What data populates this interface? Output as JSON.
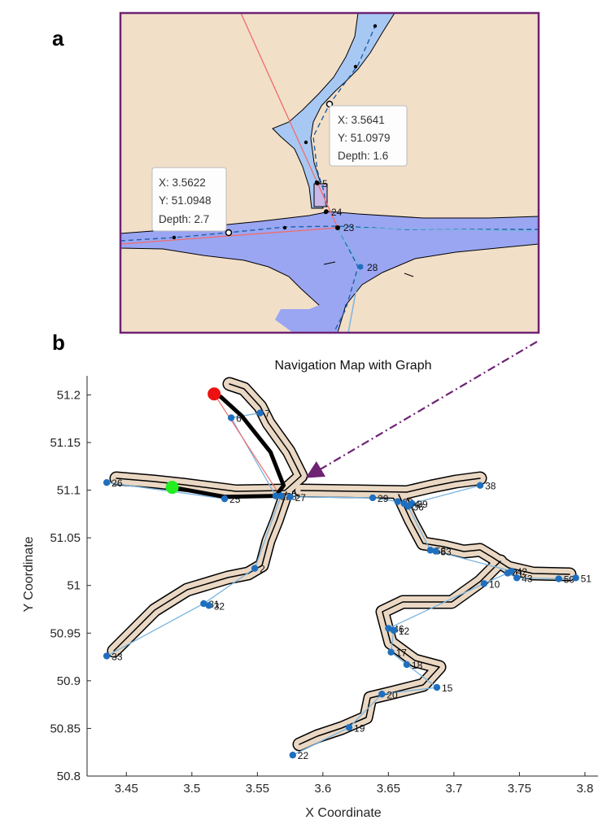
{
  "panel_a": {
    "letter": "a",
    "tooltip1": {
      "x_text": "X: 3.5641",
      "y_text": "Y: 51.0979",
      "depth_text": "Depth: 1.6"
    },
    "tooltip2": {
      "x_text": "X: 3.5622",
      "y_text": "Y: 51.0948",
      "depth_text": "Depth: 2.7"
    },
    "node_labels": [
      "5",
      "24",
      "23",
      "28"
    ]
  },
  "panel_b": {
    "letter": "b"
  },
  "colors": {
    "land": "#f2dfc8",
    "water": "#a8c8f4",
    "deep_water": "#9aa6f2",
    "frame": "#6e2373",
    "node": "#1f6fbf",
    "edge": "#7ab4e0",
    "route": "#000000",
    "start": "#22ee22",
    "end": "#ee1111",
    "straight": "#f06c6c",
    "channel": "#ead8c4"
  },
  "chart_data": {
    "type": "scatter",
    "title": "Navigation Map with Graph",
    "xlabel": "X Coordinate",
    "ylabel": "Y Coordinate",
    "xlim": [
      3.42,
      3.81
    ],
    "ylim": [
      50.8,
      51.22
    ],
    "xticks": [
      3.45,
      3.5,
      3.55,
      3.6,
      3.65,
      3.7,
      3.75,
      3.8
    ],
    "yticks": [
      50.8,
      50.85,
      50.9,
      50.95,
      51,
      51.05,
      51.1,
      51.15,
      51.2
    ],
    "xtick_labels": [
      "3.45",
      "3.5",
      "3.55",
      "3.6",
      "3.65",
      "3.7",
      "3.75",
      "3.8"
    ],
    "ytick_labels": [
      "50.8",
      "50.85",
      "50.9",
      "50.95",
      "51",
      "51.05",
      "51.1",
      "51.15",
      "51.2"
    ],
    "grid": false,
    "nodes": [
      {
        "x": 3.53,
        "y": 51.176,
        "label": "6"
      },
      {
        "x": 3.552,
        "y": 51.181,
        "label": "7"
      },
      {
        "x": 3.435,
        "y": 51.108,
        "label": "26"
      },
      {
        "x": 3.525,
        "y": 51.091,
        "label": "25"
      },
      {
        "x": 3.564,
        "y": 51.094,
        "label": "24"
      },
      {
        "x": 3.568,
        "y": 51.094,
        "label": "23"
      },
      {
        "x": 3.575,
        "y": 51.093,
        "label": "27"
      },
      {
        "x": 3.638,
        "y": 51.092,
        "label": "29"
      },
      {
        "x": 3.657,
        "y": 51.088,
        "label": "30"
      },
      {
        "x": 3.662,
        "y": 51.086,
        "label": "34"
      },
      {
        "x": 3.668,
        "y": 51.086,
        "label": "39"
      },
      {
        "x": 3.665,
        "y": 51.083,
        "label": "36"
      },
      {
        "x": 3.72,
        "y": 51.105,
        "label": "38"
      },
      {
        "x": 3.548,
        "y": 51.018,
        "label": "2"
      },
      {
        "x": 3.509,
        "y": 50.981,
        "label": "31"
      },
      {
        "x": 3.513,
        "y": 50.979,
        "label": "32"
      },
      {
        "x": 3.435,
        "y": 50.926,
        "label": "33"
      },
      {
        "x": 3.682,
        "y": 51.037,
        "label": "58"
      },
      {
        "x": 3.686,
        "y": 51.036,
        "label": "53"
      },
      {
        "x": 3.744,
        "y": 51.015,
        "label": "42"
      },
      {
        "x": 3.741,
        "y": 51.013,
        "label": "41"
      },
      {
        "x": 3.748,
        "y": 51.008,
        "label": "43"
      },
      {
        "x": 3.78,
        "y": 51.007,
        "label": "50"
      },
      {
        "x": 3.793,
        "y": 51.008,
        "label": "51"
      },
      {
        "x": 3.723,
        "y": 51.002,
        "label": "10"
      },
      {
        "x": 3.65,
        "y": 50.955,
        "label": "46"
      },
      {
        "x": 3.654,
        "y": 50.953,
        "label": "12"
      },
      {
        "x": 3.652,
        "y": 50.93,
        "label": "17"
      },
      {
        "x": 3.664,
        "y": 50.917,
        "label": "18"
      },
      {
        "x": 3.687,
        "y": 50.893,
        "label": "15"
      },
      {
        "x": 3.645,
        "y": 50.886,
        "label": "20"
      },
      {
        "x": 3.62,
        "y": 50.851,
        "label": "19"
      },
      {
        "x": 3.577,
        "y": 50.822,
        "label": "22"
      }
    ],
    "start_marker": {
      "x": 3.485,
      "y": 51.103
    },
    "end_marker": {
      "x": 3.517,
      "y": 51.201
    }
  }
}
